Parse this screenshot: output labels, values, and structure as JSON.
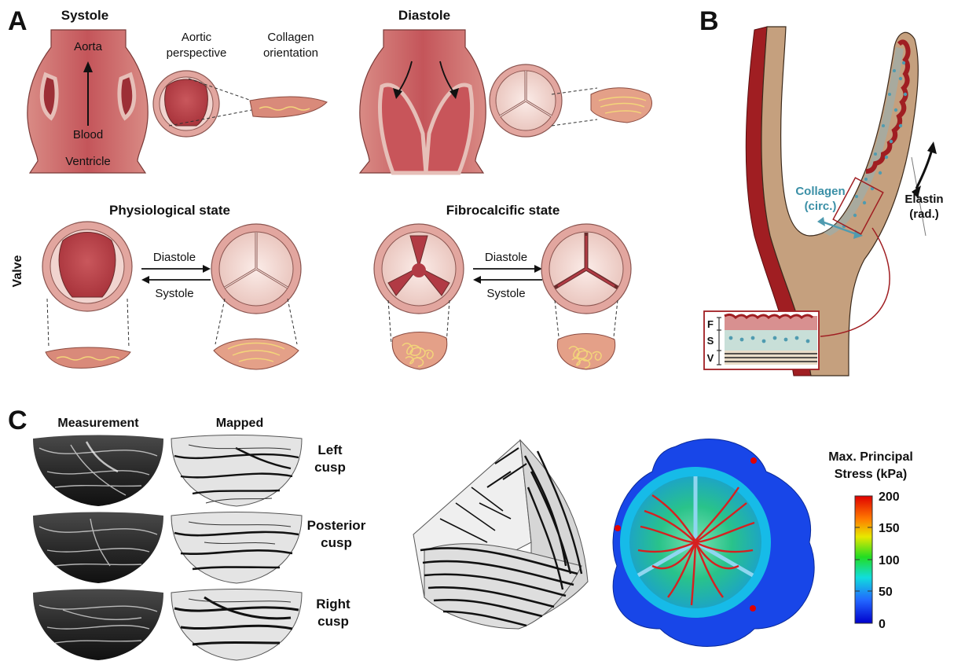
{
  "panel_a": {
    "letter": "A",
    "systole": {
      "title": "Systole",
      "aorta": "Aorta",
      "blood": "Blood",
      "ventricle": "Ventricle"
    },
    "aortic_perspective": [
      "Aortic",
      "perspective"
    ],
    "collagen_orientation": [
      "Collagen",
      "orientation"
    ],
    "diastole": {
      "title": "Diastole"
    },
    "physiological": {
      "title": "Physiological state",
      "diastole": "Diastole",
      "systole": "Systole"
    },
    "fibrocalcific": {
      "title": "Fibrocalcific state",
      "diastole": "Diastole",
      "systole": "Systole"
    },
    "valve_label": "Valve"
  },
  "panel_b": {
    "letter": "B",
    "collagen": [
      "Collagen",
      "(circ.)"
    ],
    "elastin": [
      "Elastin",
      "(rad.)"
    ],
    "layers": [
      "F",
      "S",
      "V"
    ]
  },
  "panel_c": {
    "letter": "C",
    "measurement": "Measurement",
    "mapped": "Mapped",
    "cusps": [
      [
        "Left",
        "cusp"
      ],
      [
        "Posterior",
        "cusp"
      ],
      [
        "Right",
        "cusp"
      ]
    ],
    "colorbar": {
      "title": [
        "Max. Principal",
        "Stress (kPa)"
      ],
      "ticks": [
        "200",
        "150",
        "100",
        "50",
        "0"
      ]
    }
  },
  "colors": {
    "tissue": "#b9424a",
    "tissue_light": "#e7b5ad",
    "wall": "#c98b86",
    "collagen": "#f0d27a",
    "leaflet_tan": "#d8b79a",
    "accent_blue": "#3a8fa6",
    "dark_red": "#a01e22"
  }
}
